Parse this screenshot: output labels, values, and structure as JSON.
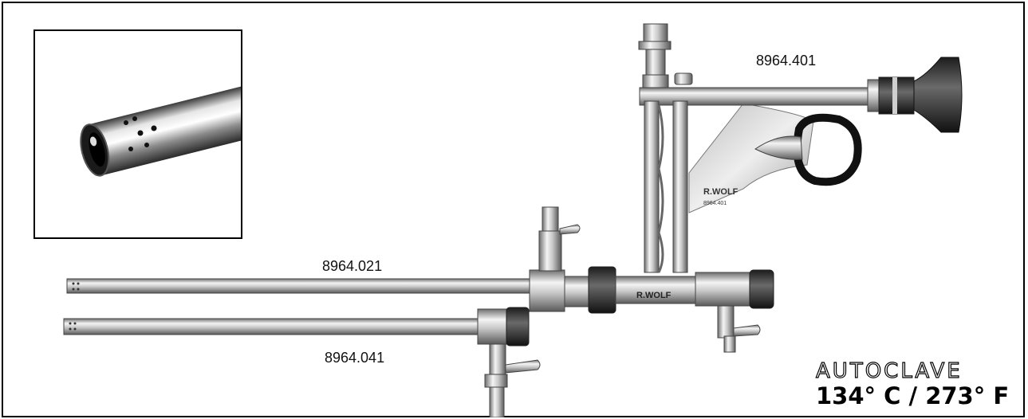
{
  "labels": {
    "telescope": "8964.401",
    "outer_sheath": "8964.021",
    "inner_sheath": "8964.041"
  },
  "engraving": {
    "brand": "R.WOLF",
    "code": "8964.401"
  },
  "autoclave": {
    "word": "AUTOCLAVE",
    "temperature": "134° C / 273° F"
  }
}
